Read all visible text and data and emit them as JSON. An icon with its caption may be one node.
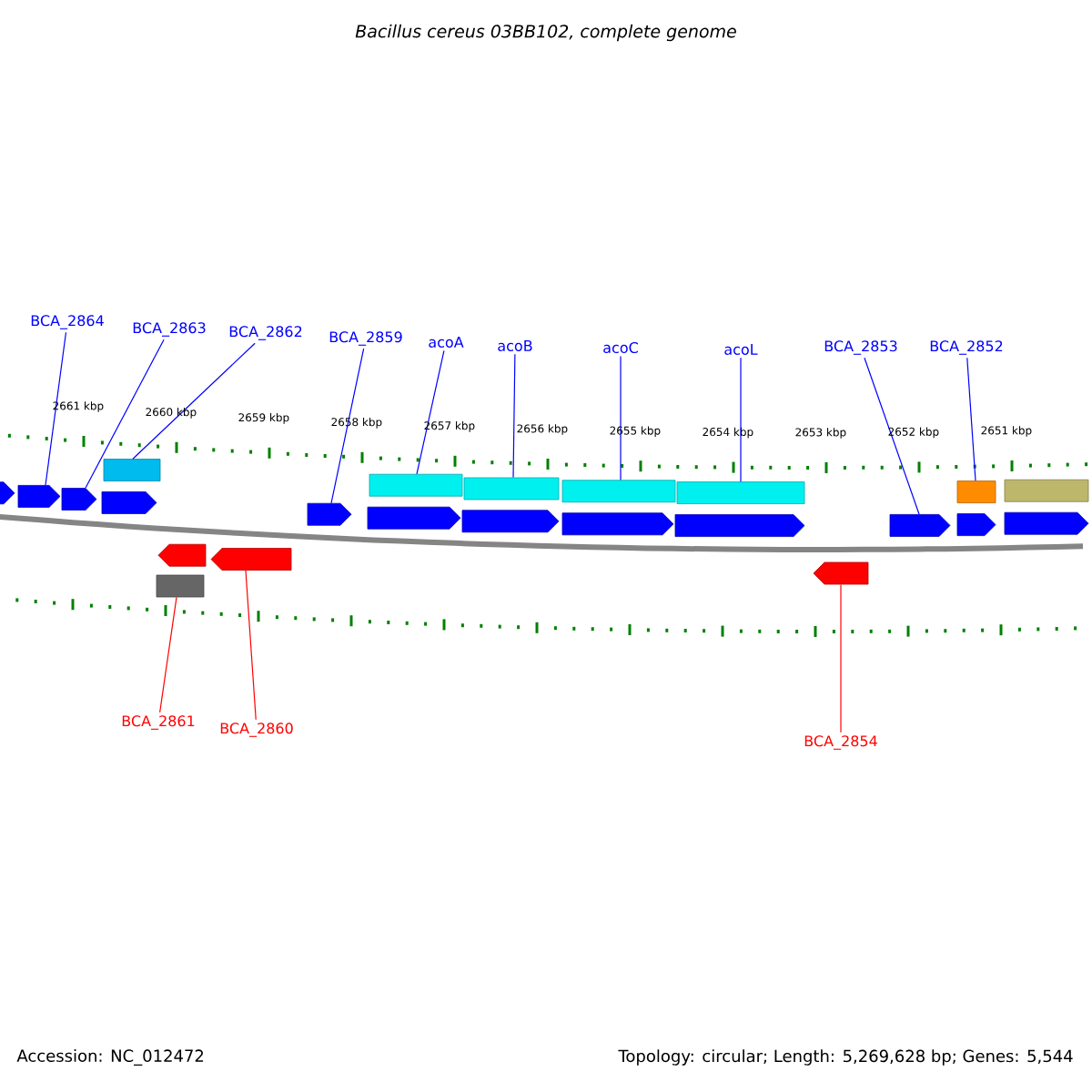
{
  "diagram": {
    "title": "Bacillus cereus 03BB102, complete genome",
    "nodes": [
      {
        "text": [
          "BCA_2864"
        ]
      },
      {
        "text": [
          "BCA_2863"
        ]
      },
      {
        "text": [
          "BCA_2862"
        ]
      },
      {
        "text": [
          "BCA_2859"
        ]
      },
      {
        "text": [
          "acoA"
        ]
      },
      {
        "text": [
          "acoB"
        ]
      },
      {
        "text": [
          "acoC"
        ]
      },
      {
        "text": [
          "acoL"
        ]
      },
      {
        "text": [
          "BCA_2853"
        ]
      },
      {
        "text": [
          "BCA_2852"
        ]
      },
      {
        "text": [
          "BCA_2861"
        ]
      },
      {
        "text": [
          "BCA_2860"
        ]
      },
      {
        "text": [
          "BCA_2854"
        ]
      },
      {
        "text": [],
        "shape": "arrow"
      },
      {
        "text": [],
        "shape": "arrow"
      },
      {
        "text": [],
        "shape": "arrow"
      },
      {
        "text": [],
        "shape": "arrow"
      },
      {
        "text": [],
        "shape": "box"
      },
      {
        "text": [],
        "shape": "box"
      },
      {
        "text": [],
        "shape": "arrow"
      },
      {
        "text": [],
        "shape": "arrow"
      },
      {
        "text": [],
        "shape": "arrow"
      },
      {
        "text": [],
        "shape": "arrow"
      },
      {
        "text": [],
        "shape": "box"
      },
      {
        "text": [],
        "shape": "arrow"
      },
      {
        "text": [],
        "shape": "box"
      },
      {
        "text": [],
        "shape": "arrow"
      },
      {
        "text": [],
        "shape": "box"
      },
      {
        "text": [],
        "shape": "arrow"
      },
      {
        "text": [],
        "shape": "box"
      },
      {
        "text": [],
        "shape": "arrow"
      },
      {
        "text": [],
        "shape": "arrow"
      },
      {
        "text": [],
        "shape": "arrow"
      },
      {
        "text": [],
        "shape": "box"
      },
      {
        "text": [],
        "shape": "arrow"
      },
      {
        "text": [],
        "shape": "box"
      }
    ],
    "edges": [
      {
        "from": 0,
        "to": 14,
        "arrow": "none"
      },
      {
        "from": 1,
        "to": 15,
        "arrow": "none"
      },
      {
        "from": 2,
        "to": 17,
        "arrow": "none"
      },
      {
        "from": 3,
        "to": 21,
        "arrow": "none"
      },
      {
        "from": 4,
        "to": 23,
        "arrow": "none"
      },
      {
        "from": 5,
        "to": 25,
        "arrow": "none"
      },
      {
        "from": 6,
        "to": 27,
        "arrow": "none"
      },
      {
        "from": 7,
        "to": 29,
        "arrow": "none"
      },
      {
        "from": 8,
        "to": 31,
        "arrow": "none"
      },
      {
        "from": 9,
        "to": 33,
        "arrow": "none"
      },
      {
        "from": 10,
        "to": 18,
        "arrow": "none",
        "color": "#ff0000"
      },
      {
        "from": 11,
        "to": 20,
        "arrow": "none",
        "color": "#ff0000"
      },
      {
        "from": 12,
        "to": 30,
        "arrow": "none",
        "color": "#ff0000"
      }
    ],
    "labels": [
      "2661 kbp",
      "2660 kbp",
      "2659 kbp",
      "2658 kbp",
      "2657 kbp",
      "2656 kbp",
      "2655 kbp",
      "2654 kbp",
      "2653 kbp",
      "2652 kbp",
      "2651 kbp",
      "Accession: NC_012472",
      "Topology: circular; Length: 5,269,628 bp; Genes: 5,544"
    ]
  }
}
